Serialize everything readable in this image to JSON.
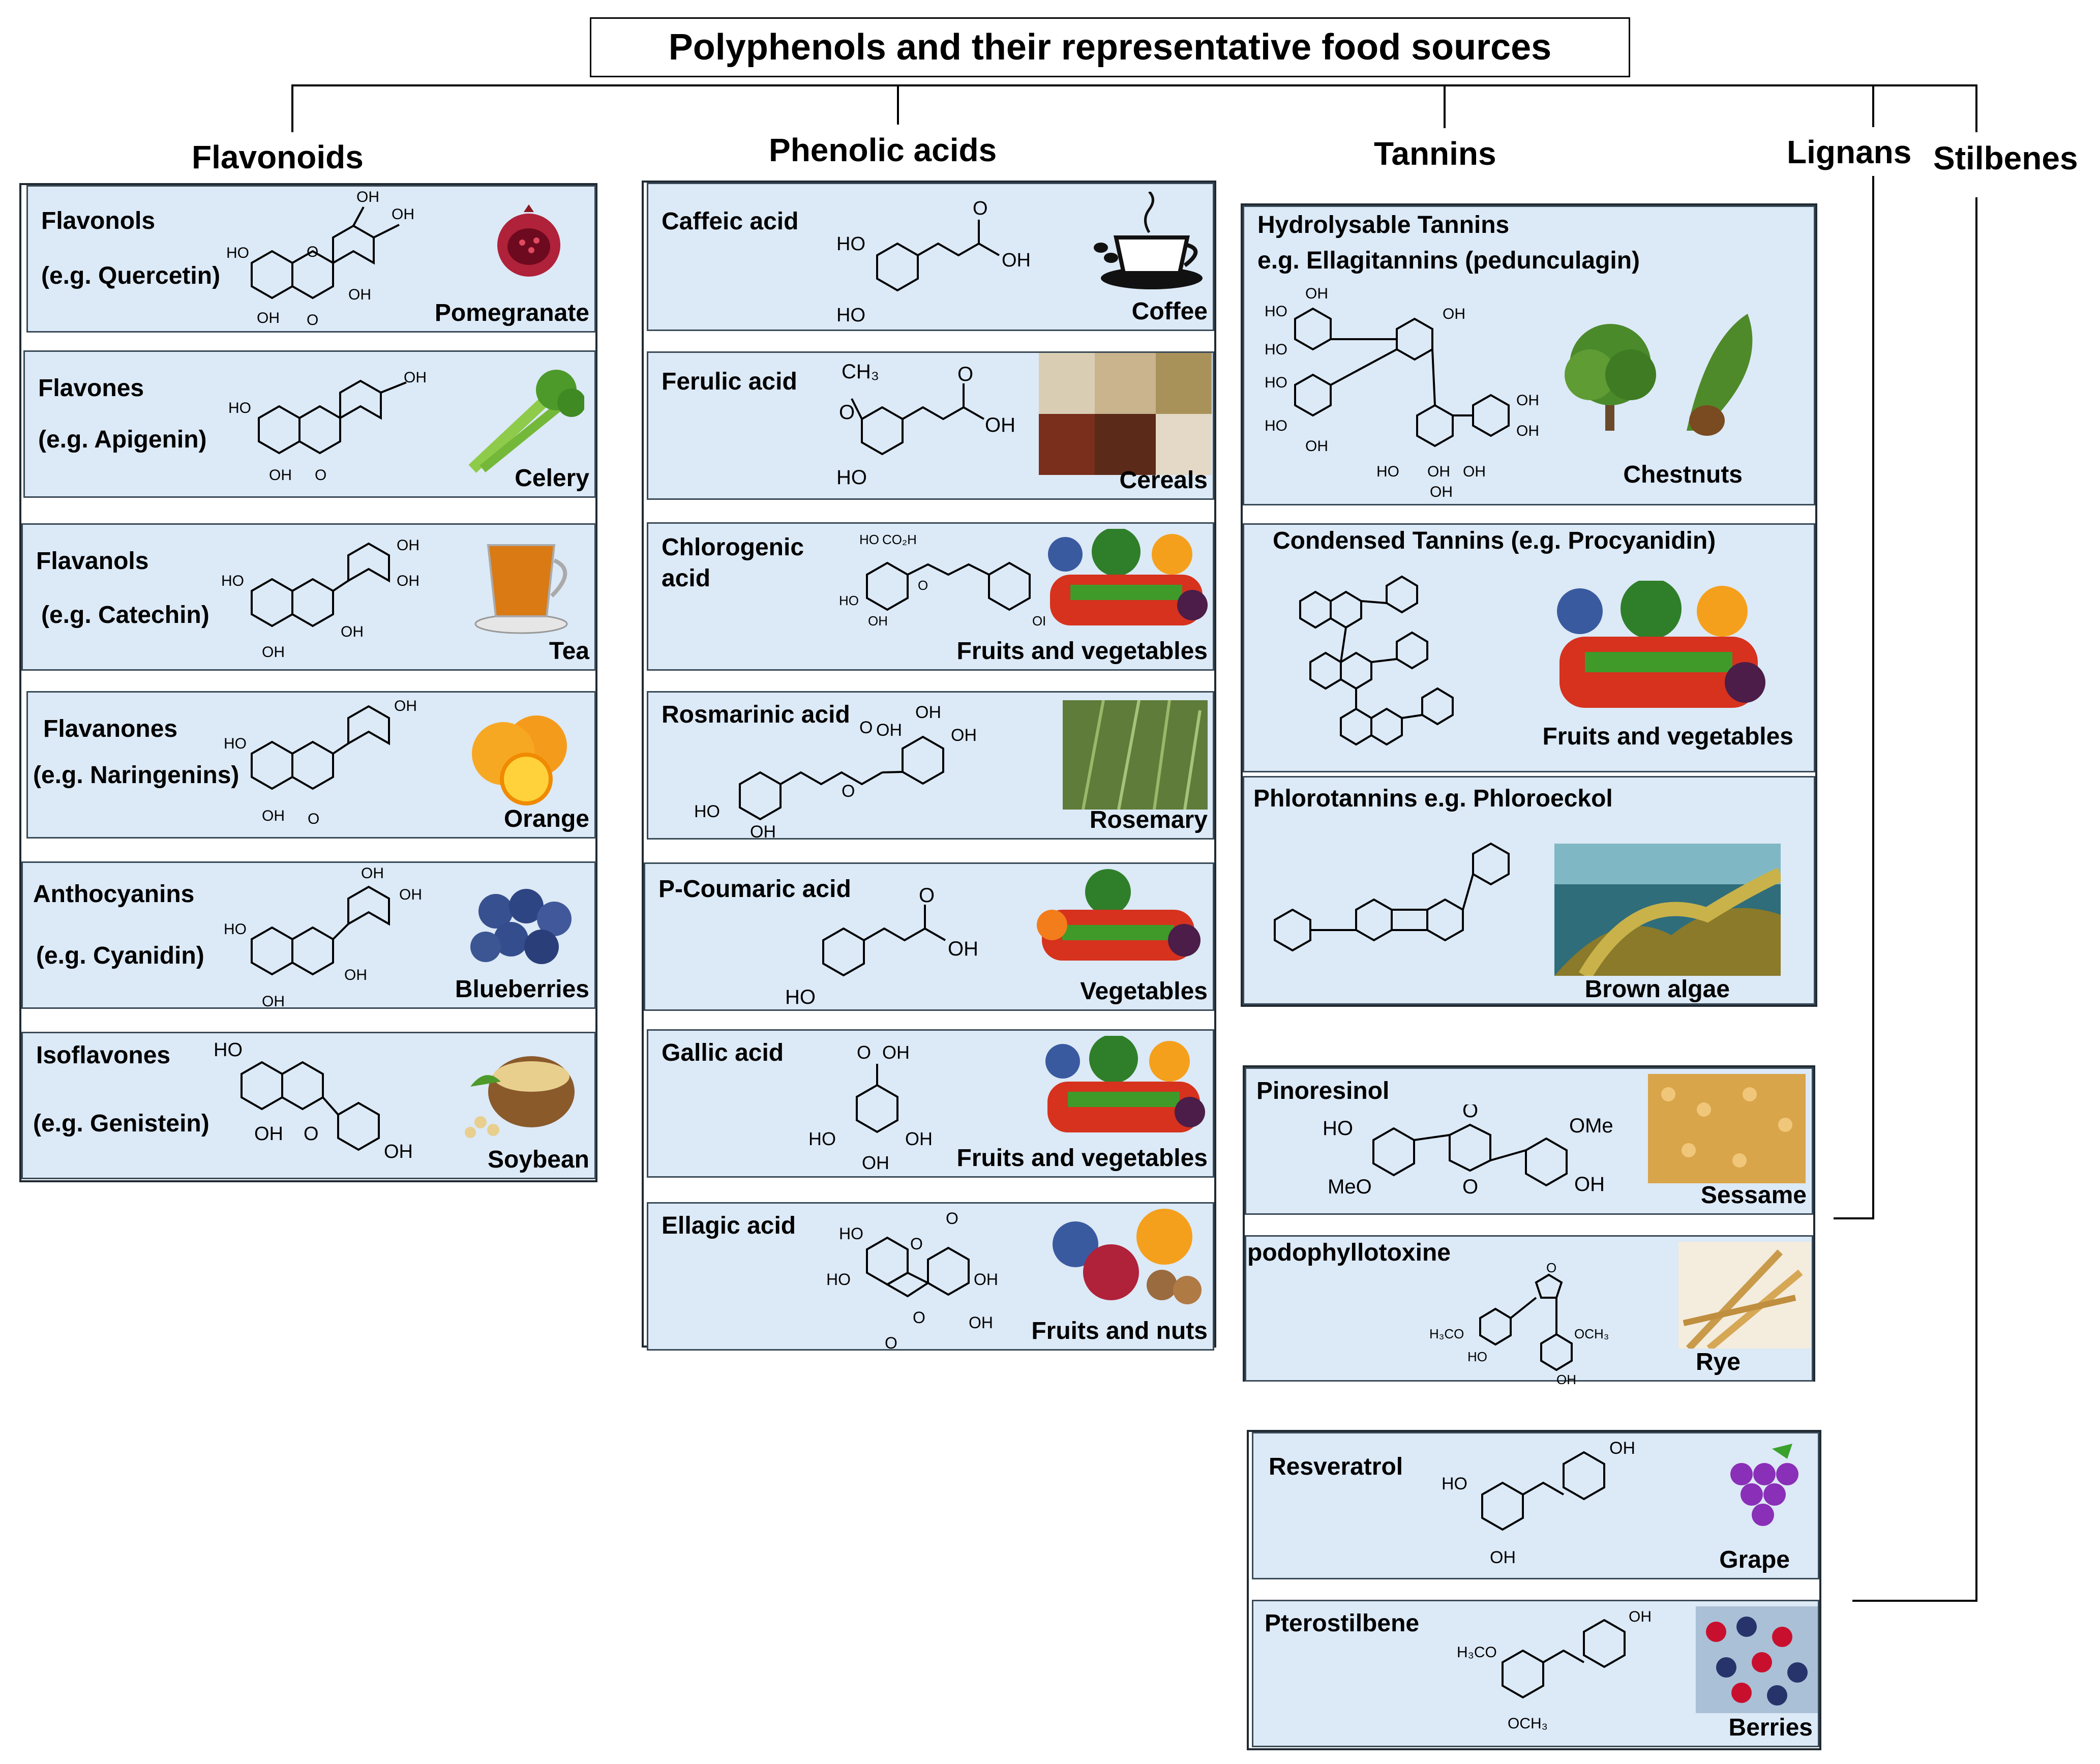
{
  "title": "Polyphenols and their representative food sources",
  "categories": {
    "flavonoids": "Flavonoids",
    "phenolic_acids": "Phenolic acids",
    "tannins": "Tannins",
    "lignans": "Lignans",
    "stilbenes": "Stilbenes"
  },
  "flavonoids": [
    {
      "name": "Flavonols",
      "example": "(e.g. Quercetin)",
      "food": "Pomegranate"
    },
    {
      "name": "Flavones",
      "example": "(e.g. Apigenin)",
      "food": "Celery"
    },
    {
      "name": "Flavanols",
      "example": "(e.g. Catechin)",
      "food": "Tea"
    },
    {
      "name": "Flavanones",
      "example": "(e.g. Naringenins)",
      "food": "Orange"
    },
    {
      "name": "Anthocyanins",
      "example": "(e.g. Cyanidin)",
      "food": "Blueberries"
    },
    {
      "name": "Isoflavones",
      "example": "(e.g. Genistein)",
      "food": "Soybean"
    }
  ],
  "phenolic_acids": [
    {
      "name": "Caffeic acid",
      "food": "Coffee"
    },
    {
      "name": "Ferulic acid",
      "food": "Cereals"
    },
    {
      "name": "Chlorogenic",
      "name2": "acid",
      "food": "Fruits and vegetables"
    },
    {
      "name": "Rosmarinic acid",
      "food": "Rosemary"
    },
    {
      "name": "P-Coumaric acid",
      "food": "Vegetables"
    },
    {
      "name": "Gallic acid",
      "food": "Fruits and vegetables"
    },
    {
      "name": "Ellagic acid",
      "food": "Fruits and nuts"
    }
  ],
  "tannins": [
    {
      "name": "Hydrolysable Tannins",
      "example": "e.g. Ellagitannins (pedunculagin)",
      "food": "Chestnuts"
    },
    {
      "name": "Condensed Tannins (e.g. Procyanidin)",
      "food": "Fruits and vegetables"
    },
    {
      "name": "Phlorotannins e.g. Phloroeckol",
      "food": "Brown algae"
    }
  ],
  "lignans": [
    {
      "name": "Pinoresinol",
      "food": "Sessame"
    },
    {
      "name": "podophyllotoxine",
      "food": "Rye"
    }
  ],
  "stilbenes": [
    {
      "name": "Resveratrol",
      "food": "Grape"
    },
    {
      "name": "Pterostilbene",
      "food": "Berries"
    }
  ],
  "chem_labels": {
    "oh": "OH",
    "ho": "HO",
    "o": "O",
    "ch3": "CH₃",
    "co2h": "CO₂H",
    "ome": "OMe",
    "meo": "MeO",
    "h3co": "H₃CO",
    "och3": "OCH₃"
  },
  "colors": {
    "card_bg": "#dce9f6",
    "border": "#3a4a57"
  }
}
